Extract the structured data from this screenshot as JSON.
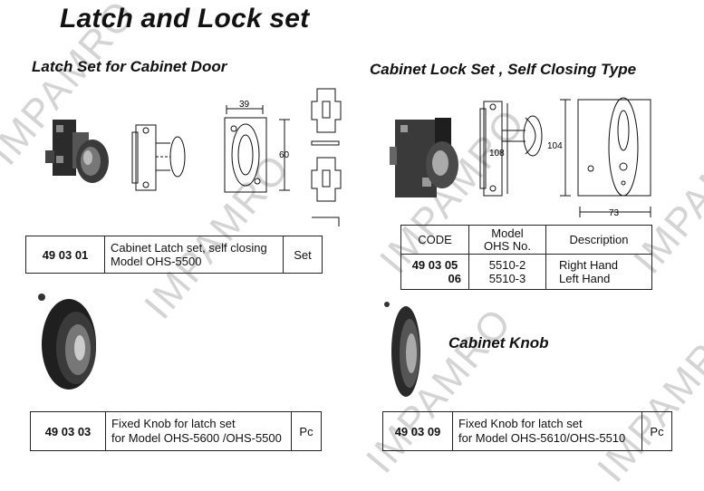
{
  "page": {
    "title": "Latch and Lock set",
    "watermark": "IMPAMRO"
  },
  "latch_set": {
    "heading": "Latch Set for Cabinet Door",
    "dim_width": "39",
    "dim_height": "60",
    "row": {
      "code": "49 03 01",
      "desc_line1": "Cabinet Latch set, self closing",
      "desc_line2": "Model OHS-5500",
      "unit": "Set"
    }
  },
  "lock_set": {
    "heading": "Cabinet Lock Set , Self Closing Type",
    "dim_108": "108",
    "dim_104": "104",
    "dim_73": "73",
    "table": {
      "col_code": "CODE",
      "col_model_line1": "Model",
      "col_model_line2": "OHS No.",
      "col_desc": "Description",
      "code_line1": "49 03 05",
      "code_line2": "06",
      "model_line1": "5510-2",
      "model_line2": "5510-3",
      "desc_line1": "Right Hand",
      "desc_line2": "Left Hand"
    }
  },
  "knob_left": {
    "row": {
      "code": "49 03 03",
      "desc_line1": "Fixed Knob for latch set",
      "desc_line2": "for Model OHS-5600 /OHS-5500",
      "unit": "Pc"
    }
  },
  "knob_right": {
    "heading": "Cabinet Knob",
    "row": {
      "code": "49 03 09",
      "desc_line1": "Fixed Knob for latch set",
      "desc_line2": "for Model OHS-5610/OHS-5510",
      "unit": "Pc"
    }
  }
}
